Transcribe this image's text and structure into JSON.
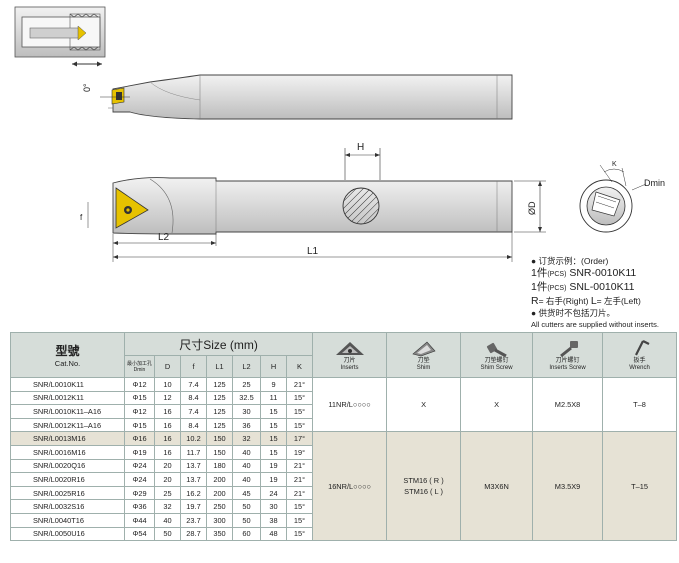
{
  "drawing": {
    "dim_labels": {
      "angle": "0°",
      "h": "H",
      "diameter": "ØD",
      "f": "f",
      "l2": "L2",
      "l1": "L1",
      "k": "K",
      "dmin": "Dmin"
    },
    "colors": {
      "bar_fill": "#dcdcdc",
      "insert_yellow": "#e6c200",
      "line": "#333333"
    }
  },
  "order": {
    "title": "● 订货示例：(Order)",
    "line1_qty": "1件",
    "line1_pcs": "(PCS)",
    "line1_code": "SNR-0010K11",
    "line2_qty": "1件",
    "line2_pcs": "(PCS)",
    "line2_code": "SNL-0010K11",
    "legend_r": "R",
    "legend_r_text": "= 右手(Right)",
    "legend_l": "L",
    "legend_l_text": "= 左手(Left)",
    "note_cn": "● 供货时不包括刀片。",
    "note_en": "All cutters are supplied without inserts."
  },
  "table": {
    "header": {
      "model_cn": "型號",
      "model_en": "Cat.No.",
      "size_title": "尺寸Size (mm)",
      "dmin_cn": "最小加工孔",
      "dmin_en": "Dmin",
      "cols": [
        "D",
        "f",
        "L1",
        "L2",
        "H",
        "K"
      ],
      "acc": [
        {
          "icon": "insert-icon",
          "cn": "刀片",
          "en": "Inserts"
        },
        {
          "icon": "shim-icon",
          "cn": "刀垫",
          "en": "Shim"
        },
        {
          "icon": "shim-screw-icon",
          "cn": "刀垫螺钉",
          "en": "Shim Screw"
        },
        {
          "icon": "insert-screw-icon",
          "cn": "刀片螺钉",
          "en": "Inserts Screw"
        },
        {
          "icon": "wrench-icon",
          "cn": "扳手",
          "en": "Wrench"
        }
      ]
    },
    "rows": [
      {
        "cat": "SNR/L0010K11",
        "dmin": "Φ12",
        "d": "10",
        "f": "7.4",
        "l1": "125",
        "l2": "25",
        "h": "9",
        "k": "21°"
      },
      {
        "cat": "SNR/L0012K11",
        "dmin": "Φ15",
        "d": "12",
        "f": "8.4",
        "l1": "125",
        "l2": "32.5",
        "h": "11",
        "k": "15°"
      },
      {
        "cat": "SNR/L0010K11–A16",
        "dmin": "Φ12",
        "d": "16",
        "f": "7.4",
        "l1": "125",
        "l2": "30",
        "h": "15",
        "k": "15°"
      },
      {
        "cat": "SNR/L0012K11–A16",
        "dmin": "Φ15",
        "d": "16",
        "f": "8.4",
        "l1": "125",
        "l2": "36",
        "h": "15",
        "k": "15°"
      },
      {
        "cat": "SNR/L0013M16",
        "dmin": "Φ16",
        "d": "16",
        "f": "10.2",
        "l1": "150",
        "l2": "32",
        "h": "15",
        "k": "17°"
      },
      {
        "cat": "SNR/L0016M16",
        "dmin": "Φ19",
        "d": "16",
        "f": "11.7",
        "l1": "150",
        "l2": "40",
        "h": "15",
        "k": "19°"
      },
      {
        "cat": "SNR/L0020Q16",
        "dmin": "Φ24",
        "d": "20",
        "f": "13.7",
        "l1": "180",
        "l2": "40",
        "h": "19",
        "k": "21°"
      },
      {
        "cat": "SNR/L0020R16",
        "dmin": "Φ24",
        "d": "20",
        "f": "13.7",
        "l1": "200",
        "l2": "40",
        "h": "19",
        "k": "21°"
      },
      {
        "cat": "SNR/L0025R16",
        "dmin": "Φ29",
        "d": "25",
        "f": "16.2",
        "l1": "200",
        "l2": "45",
        "h": "24",
        "k": "21°"
      },
      {
        "cat": "SNR/L0032S16",
        "dmin": "Φ36",
        "d": "32",
        "f": "19.7",
        "l1": "250",
        "l2": "50",
        "h": "30",
        "k": "15°"
      },
      {
        "cat": "SNR/L0040T16",
        "dmin": "Φ44",
        "d": "40",
        "f": "23.7",
        "l1": "300",
        "l2": "50",
        "h": "38",
        "k": "15°"
      },
      {
        "cat": "SNR/L0050U16",
        "dmin": "Φ54",
        "d": "50",
        "f": "28.7",
        "l1": "350",
        "l2": "60",
        "h": "48",
        "k": "15°"
      }
    ],
    "group1": {
      "insert": "11NR/L○○○○",
      "shim": "X",
      "shim_screw": "X",
      "insert_screw": "M2.5X8",
      "wrench": "T–8"
    },
    "group2": {
      "insert": "16NR/L○○○○",
      "shim_r": "STM16 ( R )",
      "shim_l": "STM16 ( L )",
      "shim_screw": "M3X6N",
      "insert_screw": "M3.5X9",
      "wrench": "T–15"
    }
  }
}
